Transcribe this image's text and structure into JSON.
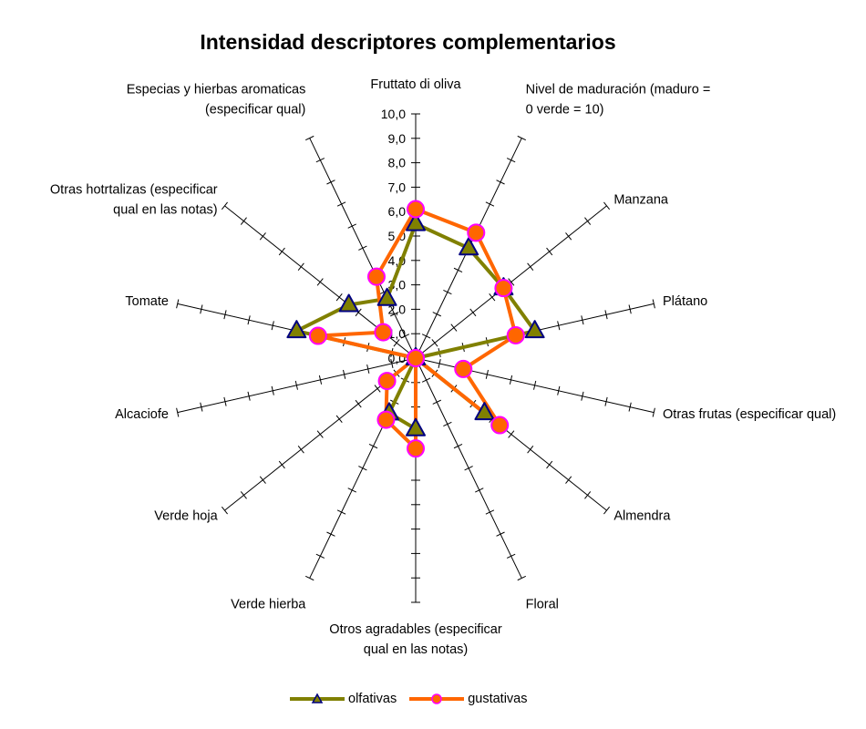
{
  "chart_data": {
    "type": "radar",
    "title": "Intensidad descriptores complementarios",
    "axes": [
      "Fruttato di oliva",
      "Nivel de maduración (maduro = 0 verde = 10)",
      "Manzana",
      "Plátano",
      "Otras frutas (especificar qual)",
      "Almendra",
      "Floral",
      "Otros agradables (especificar qual en las notas)",
      "Verde hierba",
      "Verde hoja",
      "Alcaciofe",
      "Tomate",
      "Otras hotrtalizas (especificar qual en las notas)",
      "Especias y hierbas aromaticas (especificar qual)"
    ],
    "axis_label_lines": [
      [
        "Fruttato di oliva"
      ],
      [
        "Nivel de maduración (maduro =",
        "0 verde = 10)"
      ],
      [
        "Manzana"
      ],
      [
        "Plátano"
      ],
      [
        "Otras frutas (especificar qual)"
      ],
      [
        "Almendra"
      ],
      [
        "Floral"
      ],
      [
        "Otros agradables (especificar",
        "qual en las notas)"
      ],
      [
        "Verde hierba"
      ],
      [
        "Verde hoja"
      ],
      [
        "Alcaciofe"
      ],
      [
        "Tomate"
      ],
      [
        "Otras hotrtalizas (especificar",
        "qual en las notas)"
      ],
      [
        "Especias y hierbas aromaticas",
        "(especificar qual)"
      ]
    ],
    "radial_range": [
      0,
      10
    ],
    "radial_ticks": [
      "0,0",
      "1,0",
      "2,0",
      "3,0",
      "4,0",
      "5,0",
      "6,0",
      "7,0",
      "8,0",
      "9,0",
      "10,0"
    ],
    "series": [
      {
        "name": "olfativas",
        "color": "#808000",
        "marker": "triangle",
        "marker_fill": "#808000",
        "marker_stroke": "#000080",
        "values": [
          5.5,
          5.0,
          4.6,
          5.0,
          0.0,
          3.6,
          0.0,
          2.9,
          2.5,
          0.0,
          0.0,
          5.0,
          3.5,
          2.7
        ]
      },
      {
        "name": "gustativas",
        "color": "#FF6600",
        "marker": "circle",
        "marker_fill": "#FF6600",
        "marker_stroke": "#FF00FF",
        "values": [
          6.1,
          5.7,
          4.6,
          4.2,
          2.0,
          4.4,
          0.0,
          3.7,
          2.8,
          1.5,
          0.0,
          4.1,
          1.7,
          3.7
        ]
      }
    ],
    "legend": {
      "position": "bottom"
    }
  }
}
